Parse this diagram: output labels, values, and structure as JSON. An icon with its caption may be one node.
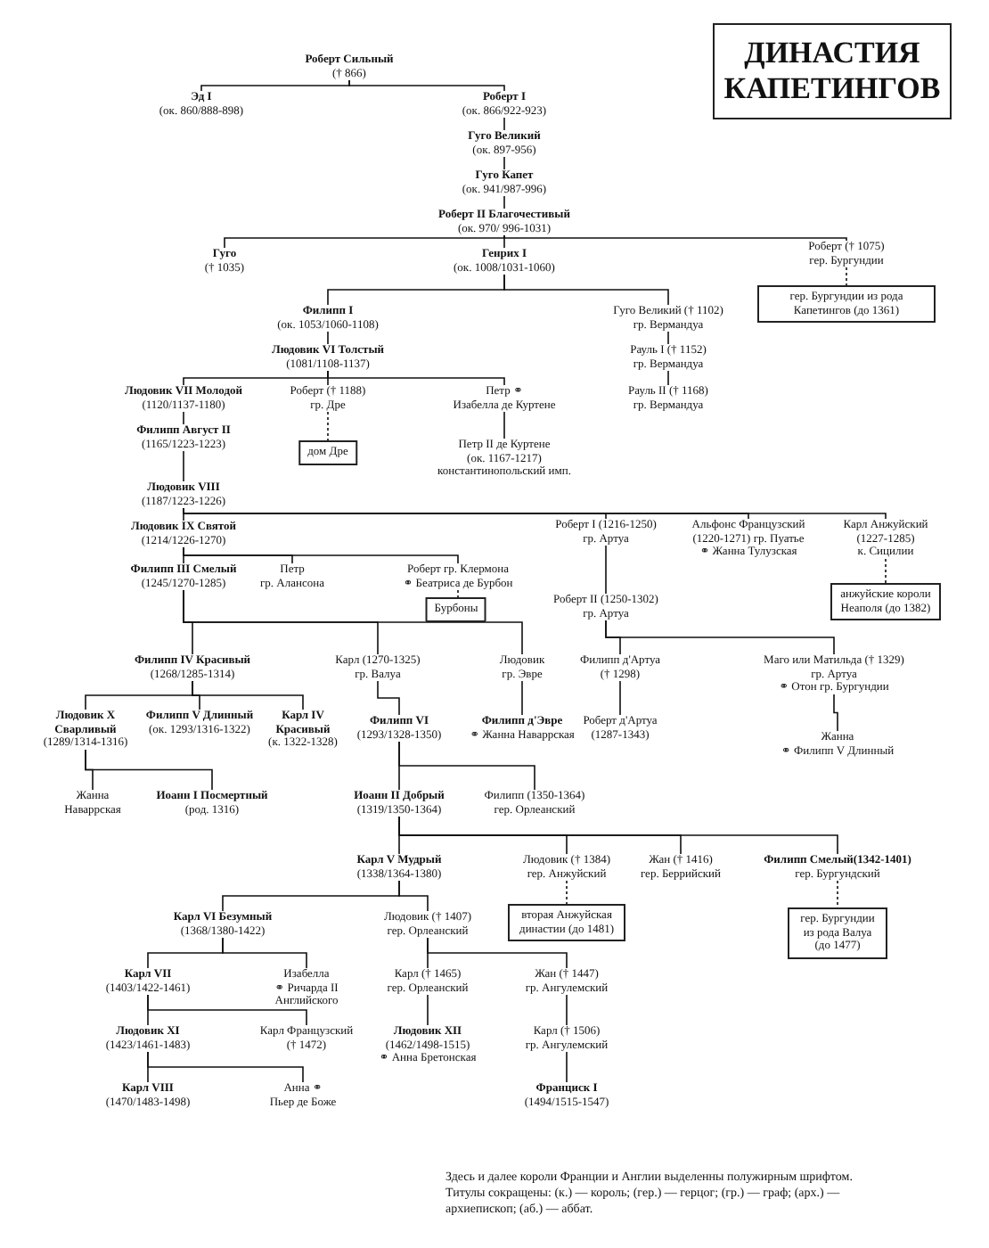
{
  "diagram": {
    "title": "ДИНАСТИЯ КАПЕТИНГОВ",
    "nodes": [
      {
        "text": [
          "**Роберт Сильный**",
          "(† 866)"
        ]
      },
      {
        "text": [
          "**Эд I**",
          "(ок. 860/888-898)"
        ]
      },
      {
        "text": [
          "**Роберт I**",
          "(ок. 866/922-923)"
        ]
      },
      {
        "text": [
          "**Гуго Великий**",
          "(ок. 897-956)"
        ]
      },
      {
        "text": [
          "**Гуго Капет**",
          "(ок. 941/987-996)"
        ]
      },
      {
        "text": [
          "**Роберт II Благочестивый**",
          "(ок. 970/ 996-1031)"
        ]
      },
      {
        "text": [
          "**Гуго**",
          "(† 1035)"
        ]
      },
      {
        "text": [
          "**Генрих I**",
          "(ок. 1008/1031-1060)"
        ]
      },
      {
        "text": [
          "Роберт († 1075)",
          "гер. Бургундии"
        ]
      },
      {
        "text": [
          "гер. Бургундии из рода Капетингов (до 1361)"
        ]
      },
      {
        "text": [
          "**Филипп I**",
          "(ок. 1053/1060-1108)"
        ]
      },
      {
        "text": [
          "Гуго Великий († 1102)",
          "гр. Вермандуа"
        ]
      },
      {
        "text": [
          "**Людовик VI Толстый**",
          "(1081/1108-1137)"
        ]
      },
      {
        "text": [
          "Рауль I († 1152)",
          "гр. Вермандуа"
        ]
      },
      {
        "text": [
          "**Людовик VII Молодой**",
          "(1120/1137-1180)"
        ]
      },
      {
        "text": [
          "Роберт († 1188)",
          "гр. Дре"
        ]
      },
      {
        "text": [
          "Петр ⚭",
          "Изабелла де Куртене"
        ]
      },
      {
        "text": [
          "Рауль II († 1168)",
          "гр. Вермандуа"
        ]
      },
      {
        "text": [
          "**Филипп Август II**",
          "(1165/1223-1223)"
        ]
      },
      {
        "text": [
          "дом Дре"
        ]
      },
      {
        "text": [
          "Петр II де Куртене",
          "(ок. 1167-1217)",
          "константинопольский имп."
        ]
      },
      {
        "text": [
          "**Людовик VIII**",
          "(1187/1223-1226)"
        ]
      },
      {
        "text": [
          "**Людовик IX Святой**",
          "(1214/1226-1270)"
        ]
      },
      {
        "text": [
          "Роберт I (1216-1250)",
          "гр. Артуа"
        ]
      },
      {
        "text": [
          "Альфонс Французский",
          "(1220-1271) гр. Пуатье",
          "⚭ Жанна Тулузская"
        ]
      },
      {
        "text": [
          "Карл Анжуйский",
          "(1227-1285)",
          "к. Сицилии"
        ]
      },
      {
        "text": [
          "**Филипп III Смелый**",
          "(1245/1270-1285)"
        ]
      },
      {
        "text": [
          "Петр",
          "гр. Алансона"
        ]
      },
      {
        "text": [
          "Роберт гр. Клермона",
          "⚭ Беатриса де Бурбон"
        ]
      },
      {
        "text": [
          "Бурбоны"
        ]
      },
      {
        "text": [
          "Роберт II (1250-1302)",
          "гр. Артуа"
        ]
      },
      {
        "text": [
          "анжуйские короли Неаполя (до 1382)"
        ]
      },
      {
        "text": [
          "**Филипп IV Красивый**",
          "(1268/1285-1314)"
        ]
      },
      {
        "text": [
          "Карл (1270-1325)",
          "гр. Валуа"
        ]
      },
      {
        "text": [
          "Людовик",
          "гр. Эвре"
        ]
      },
      {
        "text": [
          "Филипп д'Артуа",
          "(† 1298)"
        ]
      },
      {
        "text": [
          "Маго или Матильда († 1329)",
          "гр. Артуа",
          "⚭ Отон гр. Бургундии"
        ]
      },
      {
        "text": [
          "**Людовик X Сварливый**",
          "(1289/1314-1316)"
        ]
      },
      {
        "text": [
          "**Филипп V Длинный**",
          "(ок. 1293/1316-1322)"
        ]
      },
      {
        "text": [
          "**Карл IV Красивый**",
          "(к. 1322-1328)"
        ]
      },
      {
        "text": [
          "**Филипп VI**",
          "(1293/1328-1350)"
        ]
      },
      {
        "text": [
          "**Филипп д'Эвре**",
          "⚭ Жанна Наваррская"
        ]
      },
      {
        "text": [
          "Роберт д'Артуа",
          "(1287-1343)"
        ]
      },
      {
        "text": [
          "Жанна",
          "⚭ Филипп V Длинный"
        ]
      },
      {
        "text": [
          "Жанна Наваррская"
        ]
      },
      {
        "text": [
          "**Иоанн I Посмертный**",
          "(род. 1316)"
        ]
      },
      {
        "text": [
          "**Иоанн II Добрый**",
          "(1319/1350-1364)"
        ]
      },
      {
        "text": [
          "Филипп (1350-1364)",
          "гер. Орлеанский"
        ]
      },
      {
        "text": [
          "**Карл V Мудрый**",
          "(1338/1364-1380)"
        ]
      },
      {
        "text": [
          "Людовик († 1384)",
          "гер. Анжуйский"
        ]
      },
      {
        "text": [
          "Жан († 1416)",
          "гер. Беррийский"
        ]
      },
      {
        "text": [
          "**Филипп Смелый(1342-1401)**",
          "гер. Бургундский"
        ]
      },
      {
        "text": [
          "вторая Анжуйская династии (до 1481)"
        ]
      },
      {
        "text": [
          "гер. Бургундии из рода Валуа (до 1477)"
        ]
      },
      {
        "text": [
          "**Карл VI Безумный**",
          "(1368/1380-1422)"
        ]
      },
      {
        "text": [
          "Людовик († 1407)",
          "гер. Орлеанский"
        ]
      },
      {
        "text": [
          "**Карл VII**",
          "(1403/1422-1461)"
        ]
      },
      {
        "text": [
          "Изабелла",
          "⚭ Ричарда II Английского"
        ]
      },
      {
        "text": [
          "Карл († 1465)",
          "гер. Орлеанский"
        ]
      },
      {
        "text": [
          "Жан († 1447)",
          "гр. Ангулемский"
        ]
      },
      {
        "text": [
          "**Людовик XI**",
          "(1423/1461-1483)"
        ]
      },
      {
        "text": [
          "Карл Французский",
          "(† 1472)"
        ]
      },
      {
        "text": [
          "**Людовик XII**",
          "(1462/1498-1515)",
          "⚭ Анна Бретонская"
        ]
      },
      {
        "text": [
          "Карл († 1506)",
          "гр. Ангулемский"
        ]
      },
      {
        "text": [
          "**Карл VIII**",
          "(1470/1483-1498)"
        ]
      },
      {
        "text": [
          "Анна ⚭",
          "Пьер де Боже"
        ]
      },
      {
        "text": [
          "**Франциск I**",
          "(1494/1515-1547)"
        ]
      }
    ],
    "edges": [
      {
        "from": 0,
        "to": 1,
        "arrow": "none"
      },
      {
        "from": 0,
        "to": 2,
        "arrow": "none"
      },
      {
        "from": 2,
        "to": 3,
        "arrow": "none"
      },
      {
        "from": 3,
        "to": 4,
        "arrow": "none"
      },
      {
        "from": 4,
        "to": 5,
        "arrow": "none"
      },
      {
        "from": 5,
        "to": 6,
        "arrow": "none"
      },
      {
        "from": 5,
        "to": 7,
        "arrow": "none"
      },
      {
        "from": 5,
        "to": 8,
        "arrow": "none"
      },
      {
        "from": 8,
        "to": 9,
        "arrow": "none",
        "style": "dashed"
      },
      {
        "from": 7,
        "to": 10,
        "arrow": "none"
      },
      {
        "from": 7,
        "to": 11,
        "arrow": "none"
      },
      {
        "from": 10,
        "to": 12,
        "arrow": "none"
      },
      {
        "from": 11,
        "to": 13,
        "arrow": "none"
      },
      {
        "from": 13,
        "to": 17,
        "arrow": "none"
      },
      {
        "from": 12,
        "to": 14,
        "arrow": "none"
      },
      {
        "from": 12,
        "to": 15,
        "arrow": "none"
      },
      {
        "from": 12,
        "to": 16,
        "arrow": "none"
      },
      {
        "from": 15,
        "to": 19,
        "arrow": "none",
        "style": "dashed"
      },
      {
        "from": 16,
        "to": 20,
        "arrow": "none"
      },
      {
        "from": 14,
        "to": 18,
        "arrow": "none"
      },
      {
        "from": 18,
        "to": 21,
        "arrow": "none"
      },
      {
        "from": 21,
        "to": 22,
        "arrow": "none"
      },
      {
        "from": 21,
        "to": 23,
        "arrow": "none"
      },
      {
        "from": 21,
        "to": 24,
        "arrow": "none"
      },
      {
        "from": 21,
        "to": 25,
        "arrow": "none"
      },
      {
        "from": 25,
        "to": 31,
        "arrow": "none",
        "style": "dashed"
      },
      {
        "from": 22,
        "to": 26,
        "arrow": "none"
      },
      {
        "from": 22,
        "to": 27,
        "arrow": "none"
      },
      {
        "from": 22,
        "to": 28,
        "arrow": "none"
      },
      {
        "from": 28,
        "to": 29,
        "arrow": "none",
        "style": "dashed"
      },
      {
        "from": 23,
        "to": 30,
        "arrow": "none"
      },
      {
        "from": 26,
        "to": 32,
        "arrow": "none"
      },
      {
        "from": 26,
        "to": 33,
        "arrow": "none"
      },
      {
        "from": 26,
        "to": 34,
        "arrow": "none"
      },
      {
        "from": 30,
        "to": 35,
        "arrow": "none"
      },
      {
        "from": 30,
        "to": 36,
        "arrow": "none"
      },
      {
        "from": 32,
        "to": 37,
        "arrow": "none"
      },
      {
        "from": 32,
        "to": 38,
        "arrow": "none"
      },
      {
        "from": 32,
        "to": 39,
        "arrow": "none"
      },
      {
        "from": 33,
        "to": 40,
        "arrow": "none"
      },
      {
        "from": 34,
        "to": 41,
        "arrow": "none"
      },
      {
        "from": 35,
        "to": 42,
        "arrow": "none"
      },
      {
        "from": 36,
        "to": 43,
        "arrow": "none"
      },
      {
        "from": 37,
        "to": 44,
        "arrow": "none"
      },
      {
        "from": 37,
        "to": 45,
        "arrow": "none"
      },
      {
        "from": 40,
        "to": 46,
        "arrow": "none"
      },
      {
        "from": 40,
        "to": 47,
        "arrow": "none"
      },
      {
        "from": 46,
        "to": 48,
        "arrow": "none"
      },
      {
        "from": 46,
        "to": 49,
        "arrow": "none"
      },
      {
        "from": 46,
        "to": 50,
        "arrow": "none"
      },
      {
        "from": 46,
        "to": 51,
        "arrow": "none"
      },
      {
        "from": 49,
        "to": 52,
        "arrow": "none",
        "style": "dashed"
      },
      {
        "from": 51,
        "to": 53,
        "arrow": "none",
        "style": "dashed"
      },
      {
        "from": 48,
        "to": 54,
        "arrow": "none"
      },
      {
        "from": 48,
        "to": 55,
        "arrow": "none"
      },
      {
        "from": 54,
        "to": 56,
        "arrow": "none"
      },
      {
        "from": 54,
        "to": 57,
        "arrow": "none"
      },
      {
        "from": 55,
        "to": 58,
        "arrow": "none"
      },
      {
        "from": 55,
        "to": 59,
        "arrow": "none"
      },
      {
        "from": 56,
        "to": 60,
        "arrow": "none"
      },
      {
        "from": 56,
        "to": 61,
        "arrow": "none"
      },
      {
        "from": 58,
        "to": 62,
        "arrow": "none"
      },
      {
        "from": 59,
        "to": 63,
        "arrow": "none"
      },
      {
        "from": 60,
        "to": 64,
        "arrow": "none"
      },
      {
        "from": 60,
        "to": 65,
        "arrow": "none"
      },
      {
        "from": 63,
        "to": 66,
        "arrow": "none"
      }
    ],
    "labels": [
      "Здесь и далее короли Франции и Англии выделенны полужирным шрифтом. Титулы сокращены: (к.) — король; (гер.) — герцог; (гр.) — граф; (арх.) — архиепископ; (аб.) — аббат."
    ]
  }
}
